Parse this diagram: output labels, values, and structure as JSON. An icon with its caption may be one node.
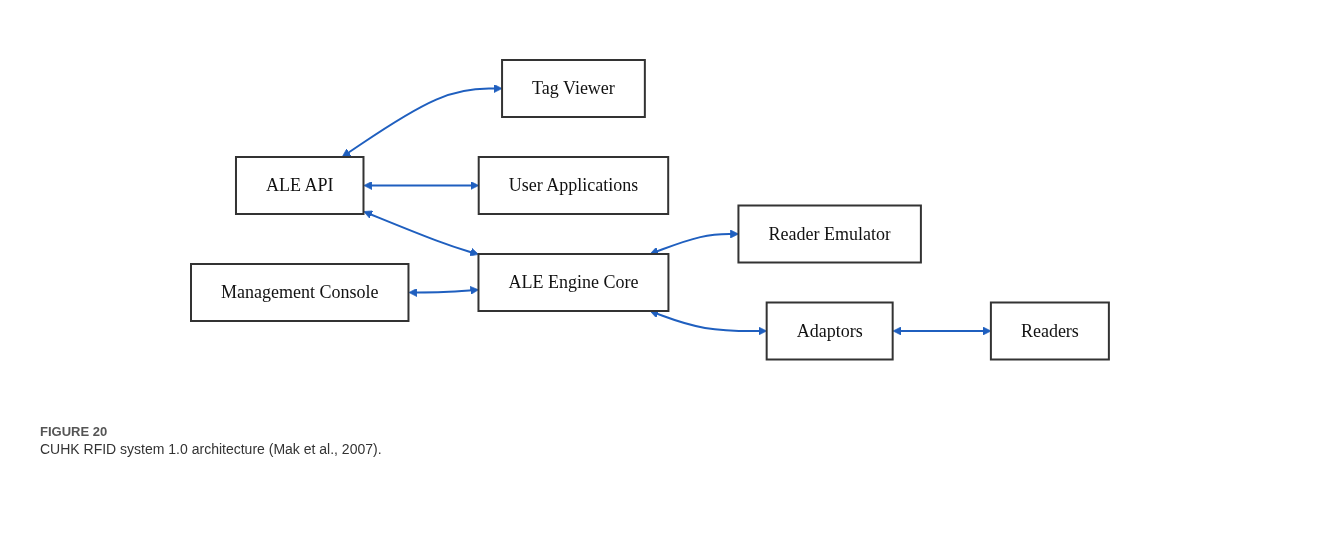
{
  "diagram": {
    "title": "FIGURE 20",
    "caption": "CUHK RFID system 1.0 architecture (Mak et al., 2007).",
    "nodes": [
      {
        "text": [
          "Management Console"
        ]
      },
      {
        "text": [
          "Tag Viewer"
        ]
      },
      {
        "text": [
          "Reader Emulator"
        ]
      },
      {
        "text": [
          "ALE API"
        ]
      },
      {
        "text": [
          "ALE Engine Core"
        ]
      },
      {
        "text": [
          "User Applications"
        ]
      },
      {
        "text": [
          "Adaptors"
        ]
      },
      {
        "text": [
          "Readers"
        ]
      }
    ],
    "edges": [
      {
        "from": 3,
        "to": 1,
        "arrow": "both"
      },
      {
        "from": 3,
        "to": 5,
        "arrow": "both"
      },
      {
        "from": 3,
        "to": 4,
        "arrow": "both"
      },
      {
        "from": 0,
        "to": 4,
        "arrow": "both"
      },
      {
        "from": 4,
        "to": 2,
        "arrow": "both"
      },
      {
        "from": 4,
        "to": 6,
        "arrow": "both"
      },
      {
        "from": 6,
        "to": 7,
        "arrow": "both"
      }
    ]
  }
}
